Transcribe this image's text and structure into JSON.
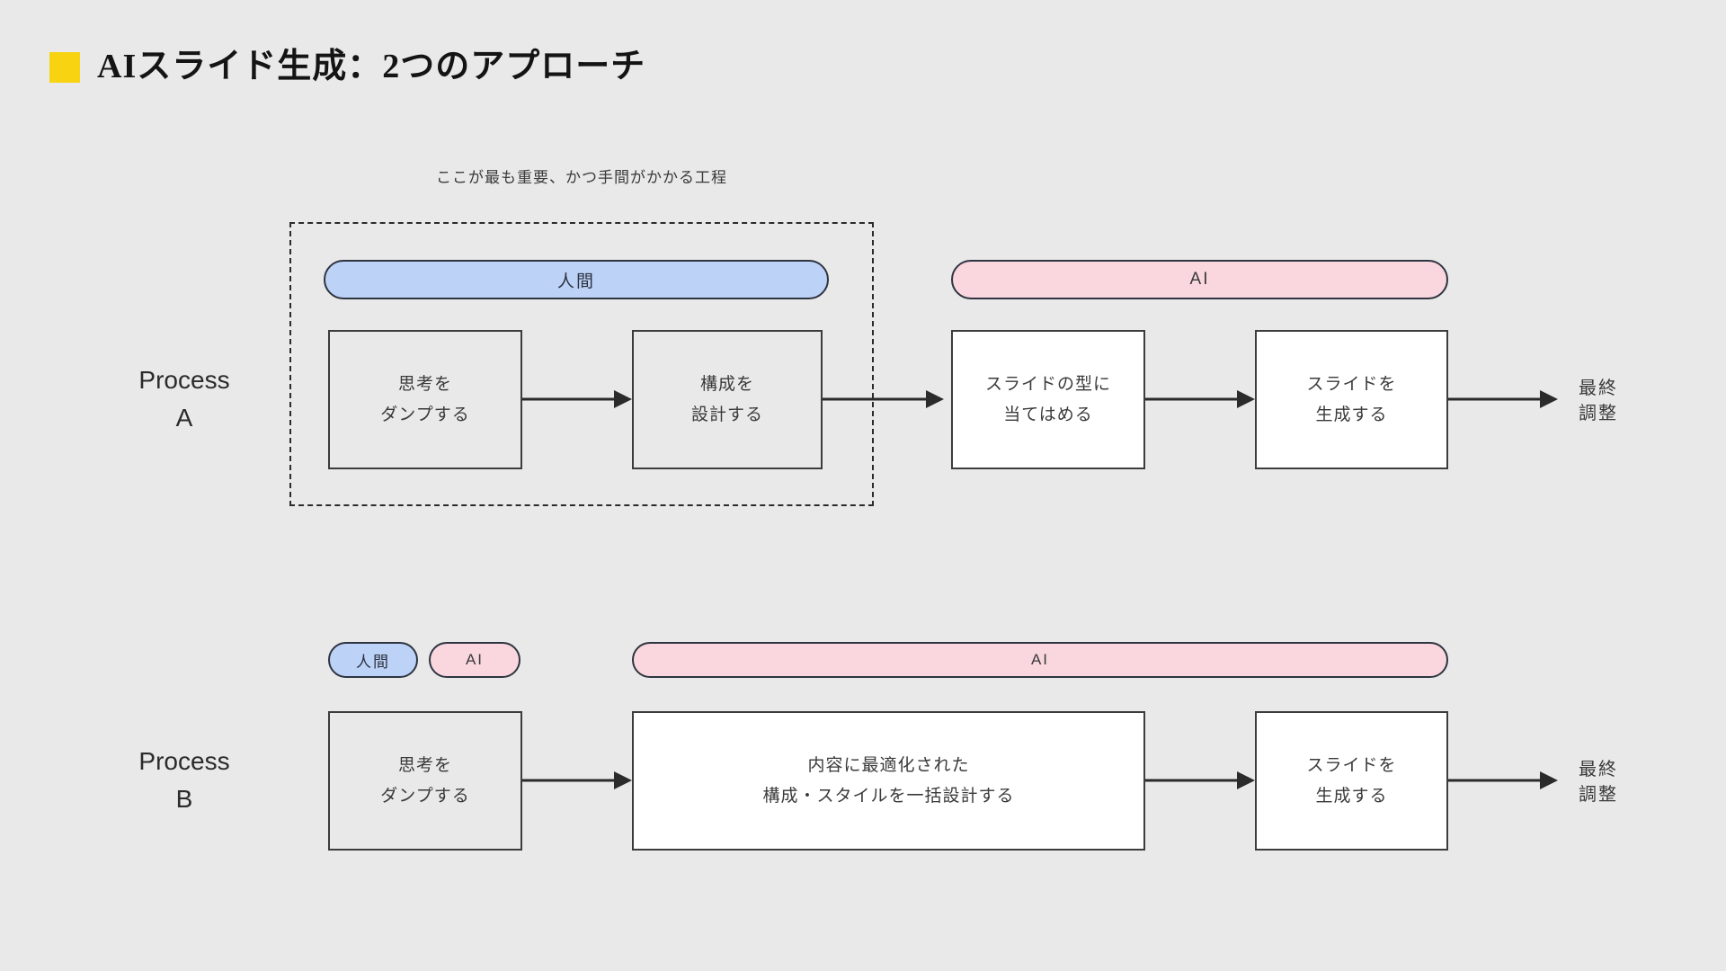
{
  "title": {
    "text": "AIスライド生成：2つのアプローチ"
  },
  "annotation": {
    "text": "ここが最も重要、かつ手間がかかる工程"
  },
  "colors": {
    "background": "#e9e9e9",
    "title_bullet": "#f8d312",
    "human_pill_fill": "#bdd2f7",
    "ai_pill_fill": "#fad7de",
    "pill_border": "#2e3440",
    "box_border": "#3c3c3c",
    "box_fill_white": "#ffffff",
    "arrow": "#2b2b2b",
    "text": "#3a3a3a"
  },
  "process_a": {
    "name_line1": "Process",
    "name_line2": "A",
    "human_pill": "人間",
    "ai_pill": "AI",
    "steps": [
      {
        "line1": "思考を",
        "line2": "ダンプする"
      },
      {
        "line1": "構成を",
        "line2": "設計する"
      },
      {
        "line1": "スライドの型に",
        "line2": "当てはめる"
      },
      {
        "line1": "スライドを",
        "line2": "生成する"
      }
    ],
    "final": {
      "line1": "最終",
      "line2": "調整"
    }
  },
  "process_b": {
    "name_line1": "Process",
    "name_line2": "B",
    "human_pill": "人間",
    "ai_pill": "AI",
    "ai_pill_wide": "AI",
    "steps": [
      {
        "line1": "思考を",
        "line2": "ダンプする"
      },
      {
        "line1": "内容に最適化された",
        "line2": "構成・スタイルを一括設計する"
      },
      {
        "line1": "スライドを",
        "line2": "生成する"
      }
    ],
    "final": {
      "line1": "最終",
      "line2": "調整"
    }
  }
}
